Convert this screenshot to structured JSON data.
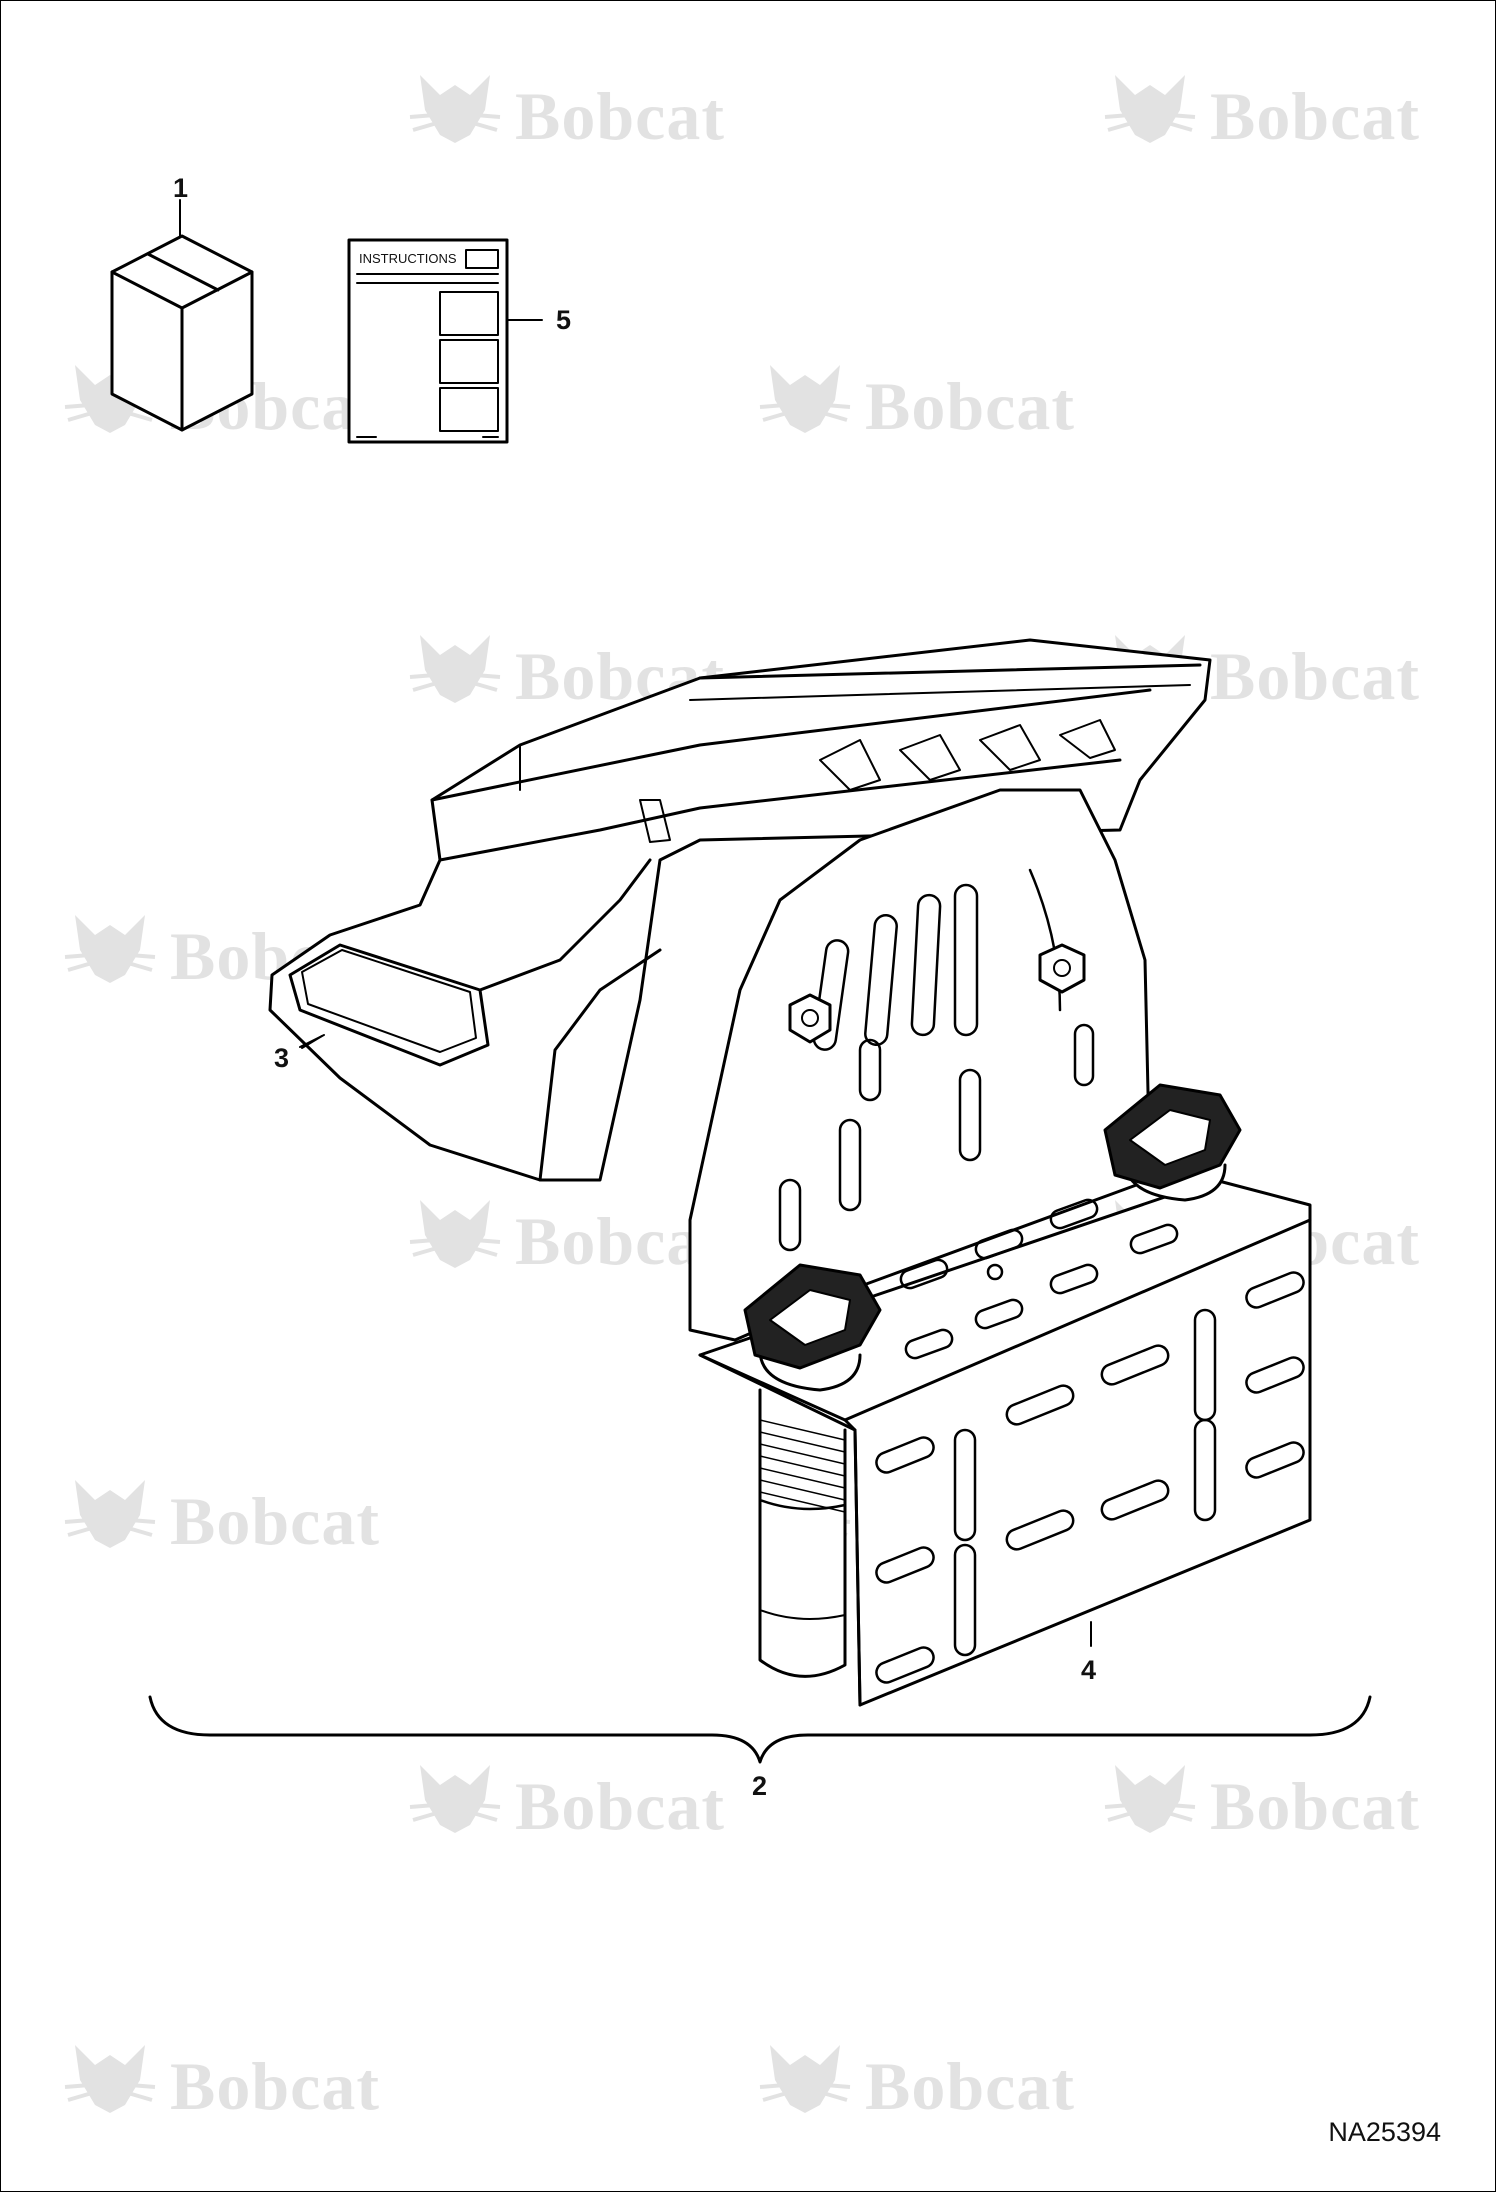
{
  "watermark": {
    "brand_text": "Bobcat",
    "icon": "bobcat-logo-icon"
  },
  "parts": {
    "box": {
      "callout": "1",
      "icon": "box-icon"
    },
    "kit": {
      "callout": "2"
    },
    "camera_housing": {
      "callout": "3"
    },
    "mounting_bracket": {
      "callout": "4"
    },
    "instructions": {
      "callout": "5",
      "label": "INSTRUCTIONS",
      "icon": "instructions-sheet-icon"
    }
  },
  "figure_id": "NA25394"
}
